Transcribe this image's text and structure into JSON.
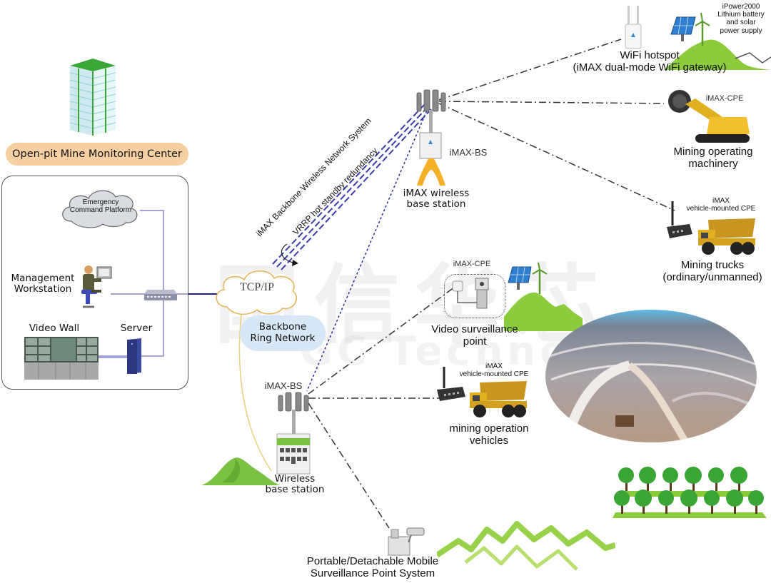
{
  "diagram": {
    "title": "Open-pit Mine Wireless Network Topology",
    "colors": {
      "center_title_bg": "#f6cfa3",
      "ring_label_bg": "#d6e8f7",
      "wired_link": "#1a1a9a",
      "backbone_link": "#3b3bb0",
      "wireless_link": "#333333",
      "fiber_link": "#e8d27a",
      "mountain_green": "#7cc242",
      "truck_yellow": "#e0b020"
    },
    "monitoring_center": {
      "title": "Open-pit Mine Monitoring Center",
      "emergency_platform": "Emergency\nCommand Platform",
      "workstation": "Management\nWorkstation",
      "video_wall": "Video Wall",
      "server": "Server"
    },
    "network": {
      "tcpip": "TCP/IP",
      "ring_label": "Backbone\nRing Network",
      "backbone_text_1": "iMAX Backbone Wireless Network System",
      "backbone_text_2": "VRRP hot standby redundancy"
    },
    "base_stations": {
      "top": {
        "model": "iMAX-BS",
        "label": "iMAX wireless\nbase station"
      },
      "bottom": {
        "model": "iMAX-BS",
        "label": "Wireless\nbase station"
      }
    },
    "endpoints": {
      "wifi": {
        "label": "WiFi hotspot\n(iMAX dual-mode WiFi gateway)"
      },
      "power": {
        "label": "iPower2000\nLithium battery\nand solar\npower supply"
      },
      "machinery": {
        "model": "iMAX-CPE",
        "label": "Mining operating\nmachinery"
      },
      "trucks": {
        "model": "iMAX\nvehicle-mounted CPE",
        "label": "Mining trucks\n(ordinary/unmanned)"
      },
      "video_point": {
        "model": "iMAX-CPE",
        "label": "Video surveillance\npoint"
      },
      "vehicles": {
        "model": "iMAX\nvehicle-mounted CPE",
        "label": "mining operation\nvehicles"
      },
      "portable": {
        "label": "Portable/Detachable Mobile\nSurveillance Point System"
      }
    },
    "watermark": {
      "cn": "国信华芯",
      "en": "GC Technology"
    }
  }
}
